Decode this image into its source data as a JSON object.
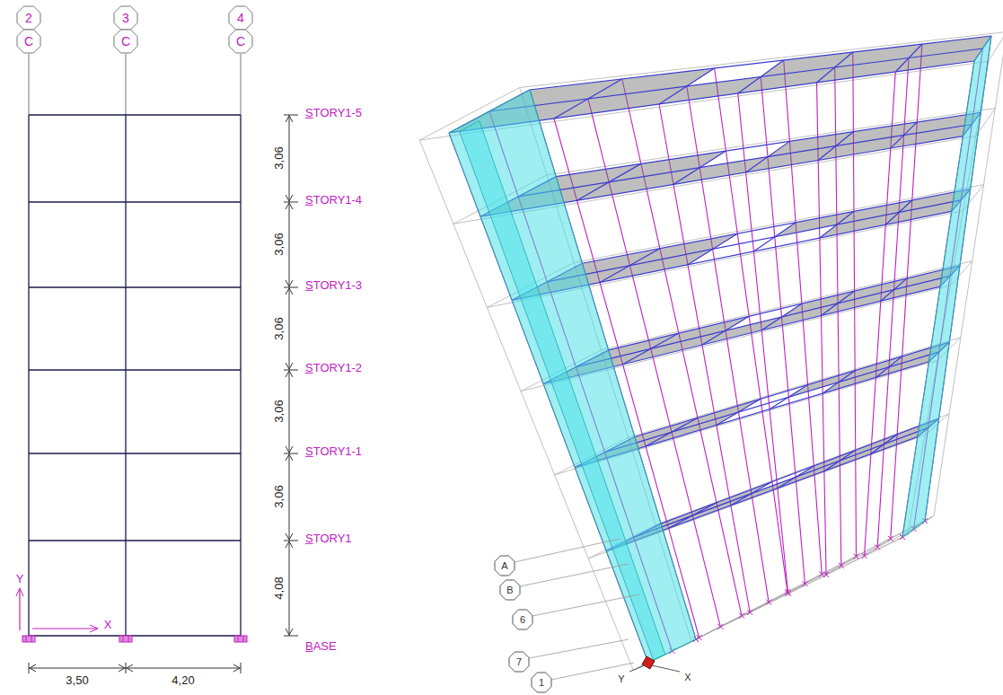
{
  "diagram": {
    "nodes": [
      {
        "text": [
          "2"
        ]
      },
      {
        "text": [
          "C"
        ]
      },
      {
        "text": [
          "3"
        ]
      },
      {
        "text": [
          "C"
        ]
      },
      {
        "text": [
          "4"
        ]
      },
      {
        "text": [
          "C"
        ]
      },
      {
        "text": [
          "A"
        ]
      },
      {
        "text": [
          "B"
        ]
      },
      {
        "text": [
          "6"
        ]
      },
      {
        "text": [
          "7"
        ]
      },
      {
        "text": [
          "1"
        ]
      }
    ],
    "labels": [
      "STORY1-5",
      "STORY1-4",
      "STORY1-3",
      "STORY1-2",
      "STORY1-1",
      "STORY1",
      "BASE",
      "3,06",
      "3,06",
      "3,06",
      "3,06",
      "3,06",
      "4,08",
      "3,50",
      "4,20",
      "Y",
      "X",
      "Y",
      "X"
    ]
  }
}
